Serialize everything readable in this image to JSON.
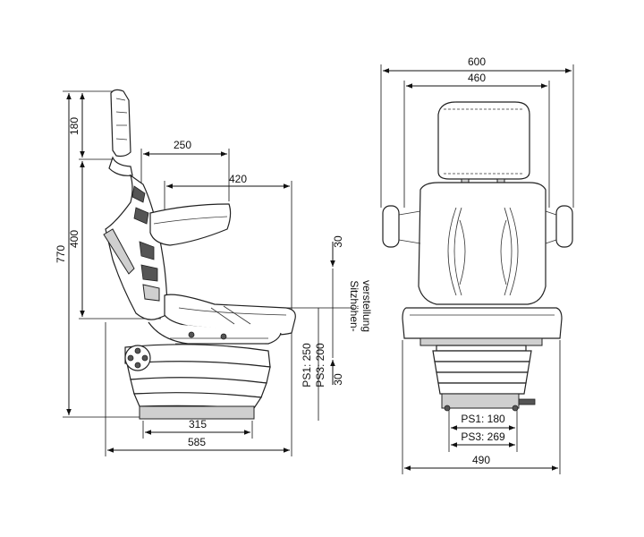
{
  "side_view": {
    "dim_total_height": "770",
    "dim_headrest": "180",
    "dim_backrest": "400",
    "dim_armrest_length": "250",
    "dim_seat_depth": "420",
    "dim_base_width": "315",
    "dim_total_depth": "585",
    "dim_height_adj_top": "30",
    "dim_height_adj_bottom": "30",
    "ps1_height": "PS1: 250",
    "ps3_height": "PS3: 200",
    "height_adjust_label_1": "Sitzhöhen-",
    "height_adjust_label_2": "verstellung"
  },
  "front_view": {
    "dim_armrest_width": "600",
    "dim_backrest_width": "460",
    "dim_base_width": "490",
    "ps1_mount": "PS1: 180",
    "ps3_mount": "PS3: 269"
  }
}
